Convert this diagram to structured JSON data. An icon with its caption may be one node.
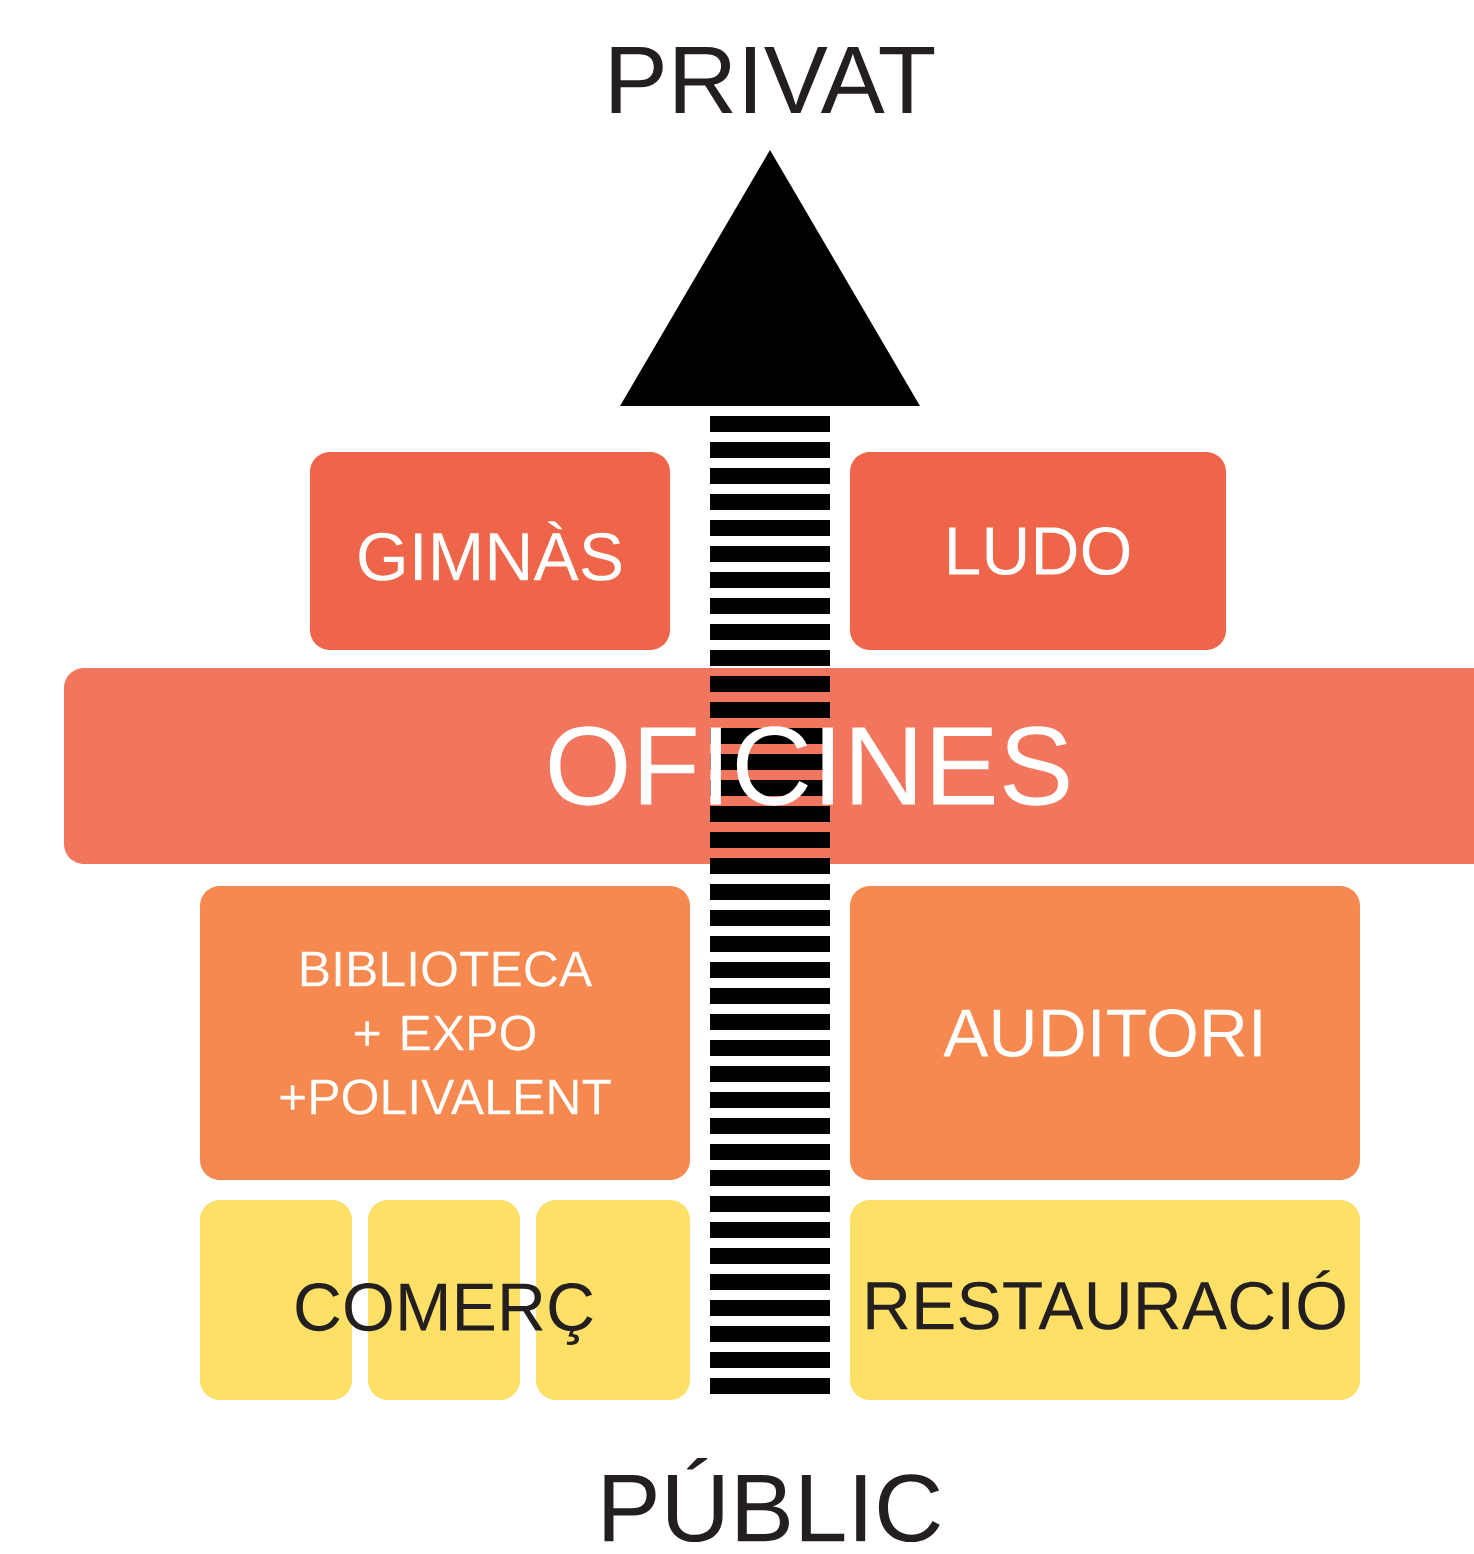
{
  "diagram": {
    "nodes": [
      {
        "text": [
          "GIMNÀS"
        ]
      },
      {
        "text": [
          "LUDO"
        ]
      },
      {
        "text": [
          "OFICINES"
        ]
      },
      {
        "text": [
          "BIBLIOTECA + EXPO +POLIVALENT"
        ]
      },
      {
        "text": [
          "AUDITORI"
        ]
      },
      {
        "text": [],
        "shape": "box"
      },
      {
        "text": [],
        "shape": "box"
      },
      {
        "text": [],
        "shape": "box"
      },
      {
        "text": [
          "RESTAURACIÓ"
        ]
      }
    ],
    "labels": [
      "PRIVAT",
      "COMERÇ",
      "PÚBLIC"
    ]
  }
}
